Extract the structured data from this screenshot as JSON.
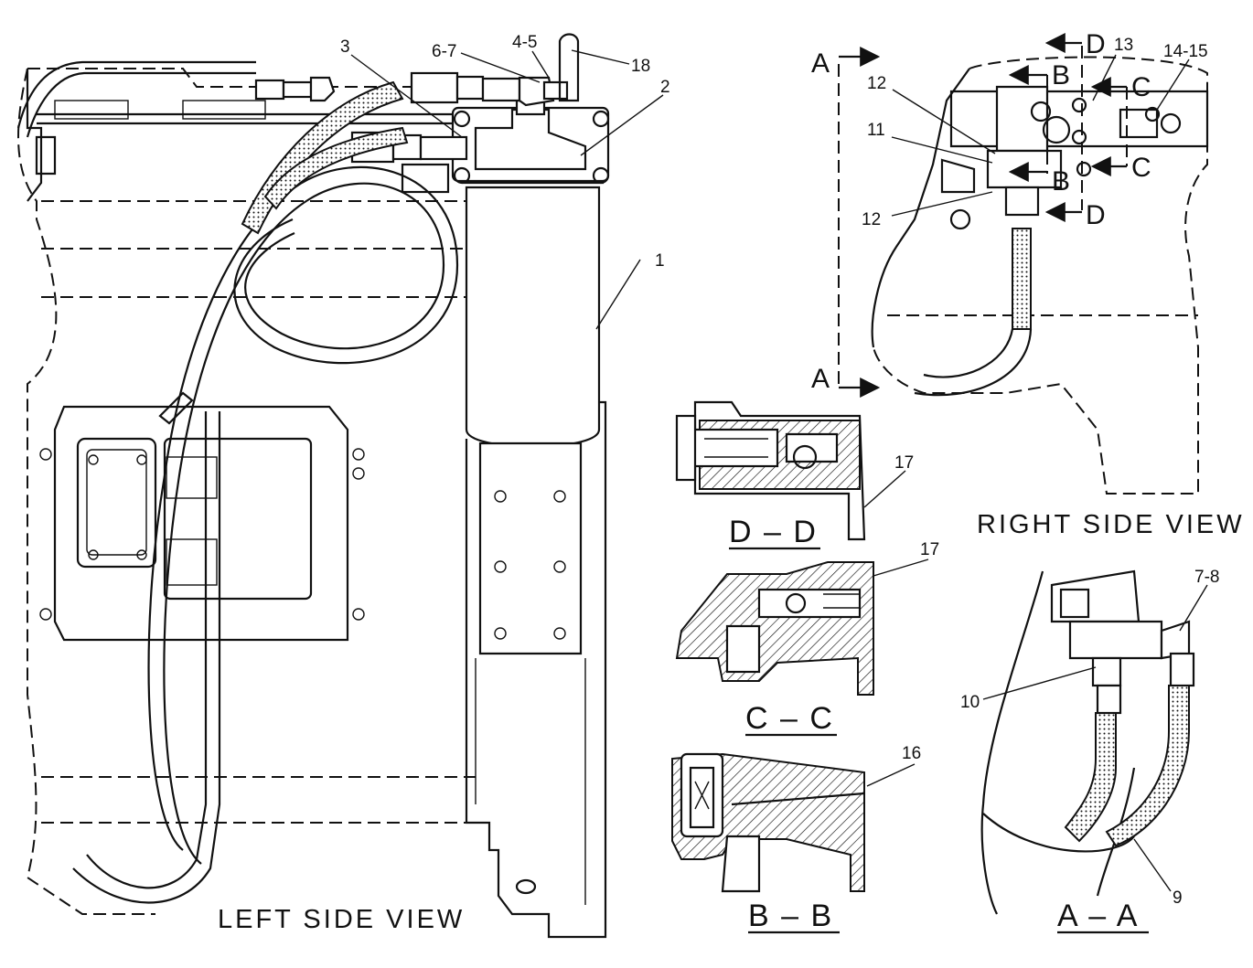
{
  "views": {
    "left": "LEFT SIDE VIEW",
    "right": "RIGHT SIDE VIEW"
  },
  "sections": {
    "dd": "D – D",
    "cc": "C – C",
    "bb": "B – B",
    "aa": "A – A"
  },
  "section_markers": {
    "a": "A",
    "b": "B",
    "c": "C",
    "d": "D"
  },
  "callouts": {
    "c1": "1",
    "c2": "2",
    "c3": "3",
    "c4_5": "4-5",
    "c6_7": "6-7",
    "c7_8": "7-8",
    "c9": "9",
    "c10": "10",
    "c11": "11",
    "c12": "12",
    "c13": "13",
    "c14_15": "14-15",
    "c16": "16",
    "c17": "17",
    "c18": "18"
  }
}
